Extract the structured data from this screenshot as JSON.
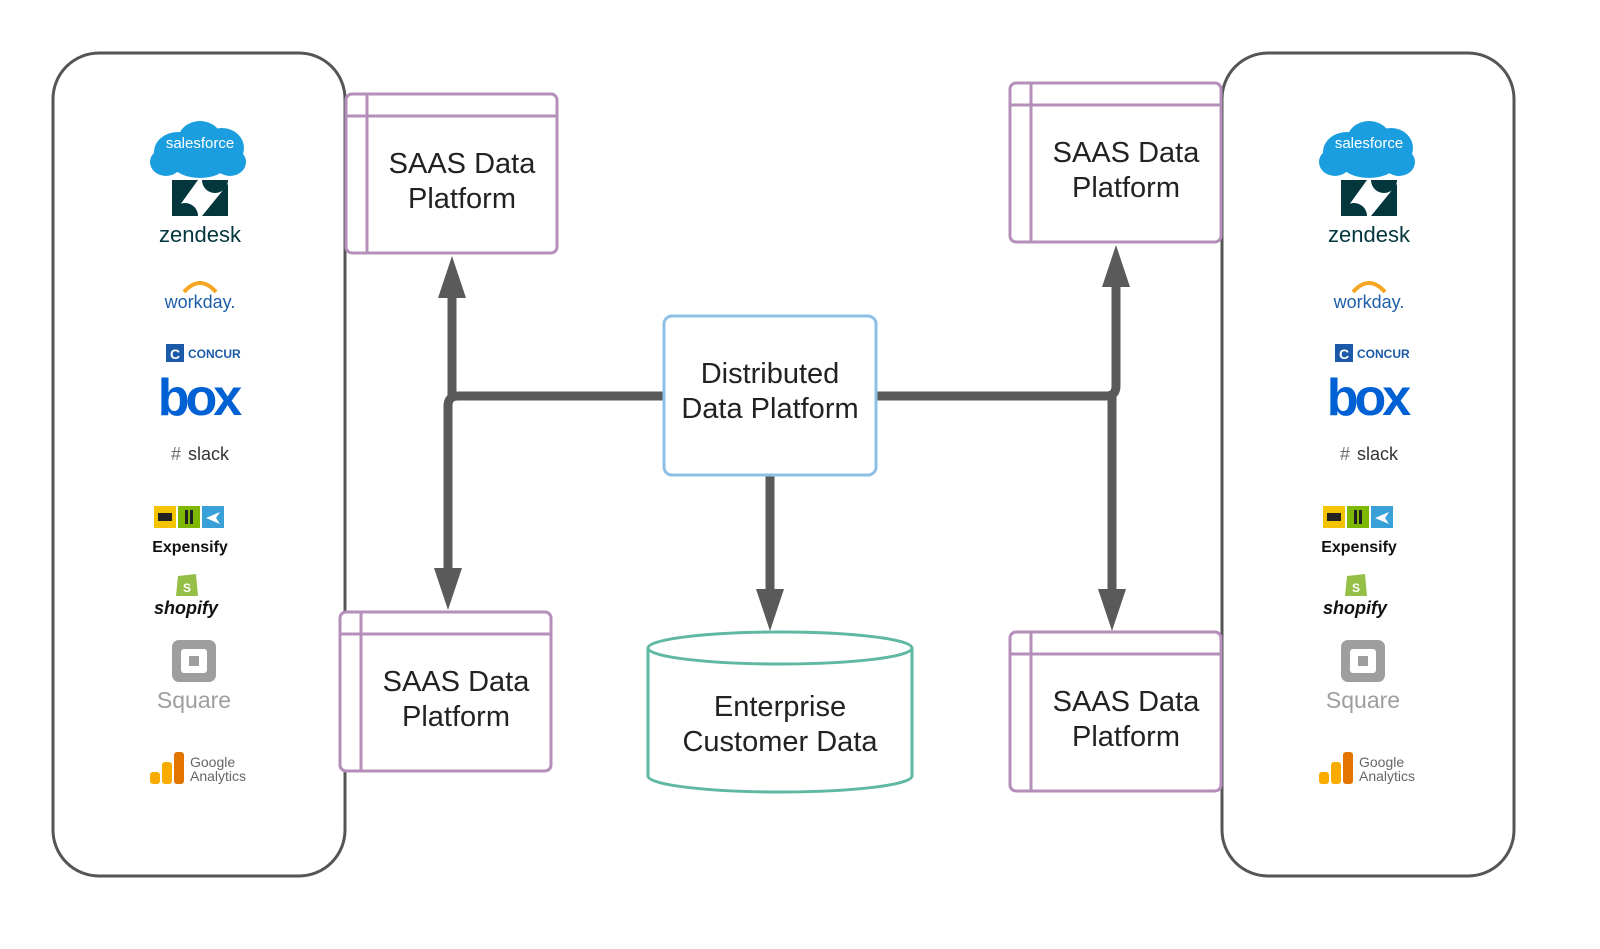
{
  "diagram": {
    "center_node": {
      "line1": "Distributed",
      "line2": "Data Platform"
    },
    "database": {
      "line1": "Enterprise",
      "line2": "Customer Data"
    },
    "saas_nodes": [
      {
        "line1": "SAAS Data",
        "line2": "Platform"
      },
      {
        "line1": "SAAS Data",
        "line2": "Platform"
      },
      {
        "line1": "SAAS Data",
        "line2": "Platform"
      },
      {
        "line1": "SAAS Data",
        "line2": "Platform"
      }
    ],
    "logo_text": {
      "salesforce": "salesforce",
      "zendesk": "zendesk",
      "workday": "workday.",
      "concur": "CONCUR",
      "box": "box",
      "slack": "slack",
      "expensify": "Expensify",
      "shopify": "shopify",
      "square": "Square",
      "google_line1": "Google",
      "google_line2": "Analytics"
    },
    "colors": {
      "saas_border": "#b48fba",
      "center_border": "#8ec0e6",
      "db_border": "#5fb8a2",
      "connector": "#5a5a5a",
      "panel_border": "#555555"
    }
  }
}
